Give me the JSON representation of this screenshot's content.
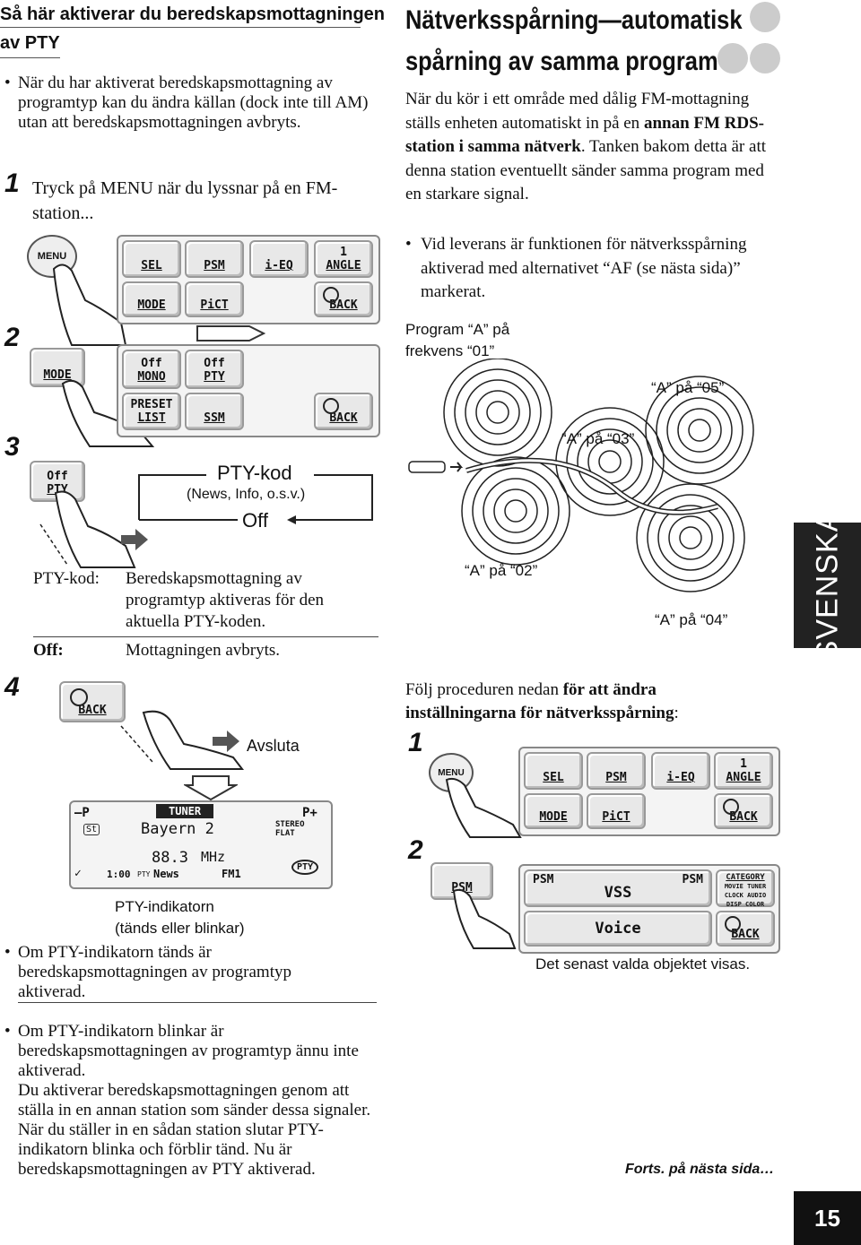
{
  "left": {
    "heading_line1": "Så här aktiverar du beredskapsmottagningen",
    "heading_line2": "av PTY",
    "intro_bullet": "När du har aktiverat beredskapsmottagning av programtyp kan du ändra källan (dock inte till AM) utan att beredskapsmottagningen avbryts.",
    "step1_num": "1",
    "step1_text": "Tryck på MENU när du lyssnar på en FM-station...",
    "step2_num": "2",
    "step3_num": "3",
    "step4_num": "4",
    "menu_button": "MENU",
    "mode_button": "MODE",
    "back_button": "BACK",
    "screen1": {
      "sel": "SEL",
      "psm": "PSM",
      "ieq": "i-EQ",
      "angle_top": "1",
      "angle": "ANGLE",
      "mode": "MODE",
      "pict": "PiCT",
      "back": "BACK"
    },
    "screen2": {
      "off_mono_top": "Off",
      "mono": "MONO",
      "off_pty_top": "Off",
      "pty": "PTY",
      "preset_top": "PRESET",
      "list": "LIST",
      "ssm": "SSM",
      "back": "BACK"
    },
    "off_pty_button_top": "Off",
    "off_pty_button": "PTY",
    "pty_kod_label": "PTY-kod",
    "pty_kod_examples": "(News, Info, o.s.v.)",
    "off_label": "Off",
    "def_pty_term": "PTY-kod:",
    "def_pty_desc": "Beredskapsmottagning av programtyp aktiveras för den aktuella PTY-koden.",
    "def_off_term": "Off:",
    "def_off_desc": "Mottagningen avbryts.",
    "avsluta": "Avsluta",
    "tuner": {
      "title": "TUNER",
      "minus_p": "–P",
      "plus_p": "P+",
      "st": "St",
      "station": "Bayern 2",
      "stereo": "STEREO",
      "flat": "FLAT",
      "freq": "88.3",
      "mhz": "MHz",
      "clock": "1:00",
      "pty_small": "PTY",
      "news": "News",
      "fm": "FM1",
      "pty_ind": "PTY"
    },
    "indicator_caption_line1": "PTY-indikatorn",
    "indicator_caption_line2": "(tänds eller blinkar)",
    "bullet_lit": "Om PTY-indikatorn tänds är beredskapsmottagningen av programtyp aktiverad.",
    "bullet_blink": "Om PTY-indikatorn blinkar är beredskapsmottagningen av programtyp ännu inte aktiverad.",
    "blink_para1": "Du aktiverar beredskapsmottagningen genom att ställa in en annan station som sänder dessa signaler.",
    "blink_para2": "När du ställer in en sådan station slutar PTY-indikatorn blinka och förblir tänd. Nu är beredskapsmottagningen av PTY aktiverad."
  },
  "right": {
    "heading_line1": "Nätverksspårning—automatisk",
    "heading_line2": "spårning av samma program",
    "para_a": "När du kör i ett område med dålig FM-mottagning ställs enheten automatiskt in på en ",
    "para_bold": "annan FM RDS-station i samma nätverk",
    "para_b": ". Tanken bakom detta är att denna station eventuellt sänder samma program med en starkare signal.",
    "bullet": "Vid leverans är funktionen för nätverksspårning aktiverad med alternativet “AF (se nästa sida)” markerat.",
    "prog_line1": "Program “A” på",
    "prog_line2": "frekvens “01”",
    "a05": "“A” på “05”",
    "a03": "“A” på “03”",
    "a02": "“A” på “02”",
    "a04": "“A” på “04”",
    "follow_a": "Följ proceduren nedan ",
    "follow_bold": "för att ändra inställningarna för nätverksspårning",
    "follow_c": ":",
    "step1_num": "1",
    "step2_num": "2",
    "menu_button": "MENU",
    "psm_button": "PSM",
    "screen1": {
      "sel": "SEL",
      "psm": "PSM",
      "ieq": "i-EQ",
      "angle_top": "1",
      "angle": "ANGLE",
      "mode": "MODE",
      "pict": "PiCT",
      "back": "BACK"
    },
    "screen2": {
      "psm1": "PSM",
      "vss": "VSS",
      "psm2": "PSM",
      "category": "CATEGORY",
      "cat_row1": "MOVIE TUNER",
      "cat_row2": "CLOCK AUDIO",
      "cat_row3": "DISP COLOR",
      "voice": "Voice",
      "back": "BACK"
    },
    "last_selected": "Det senast valda objektet visas.",
    "forts": "Forts. på nästa sida…"
  },
  "tab_label": "SVENSKA",
  "page_number": "15"
}
